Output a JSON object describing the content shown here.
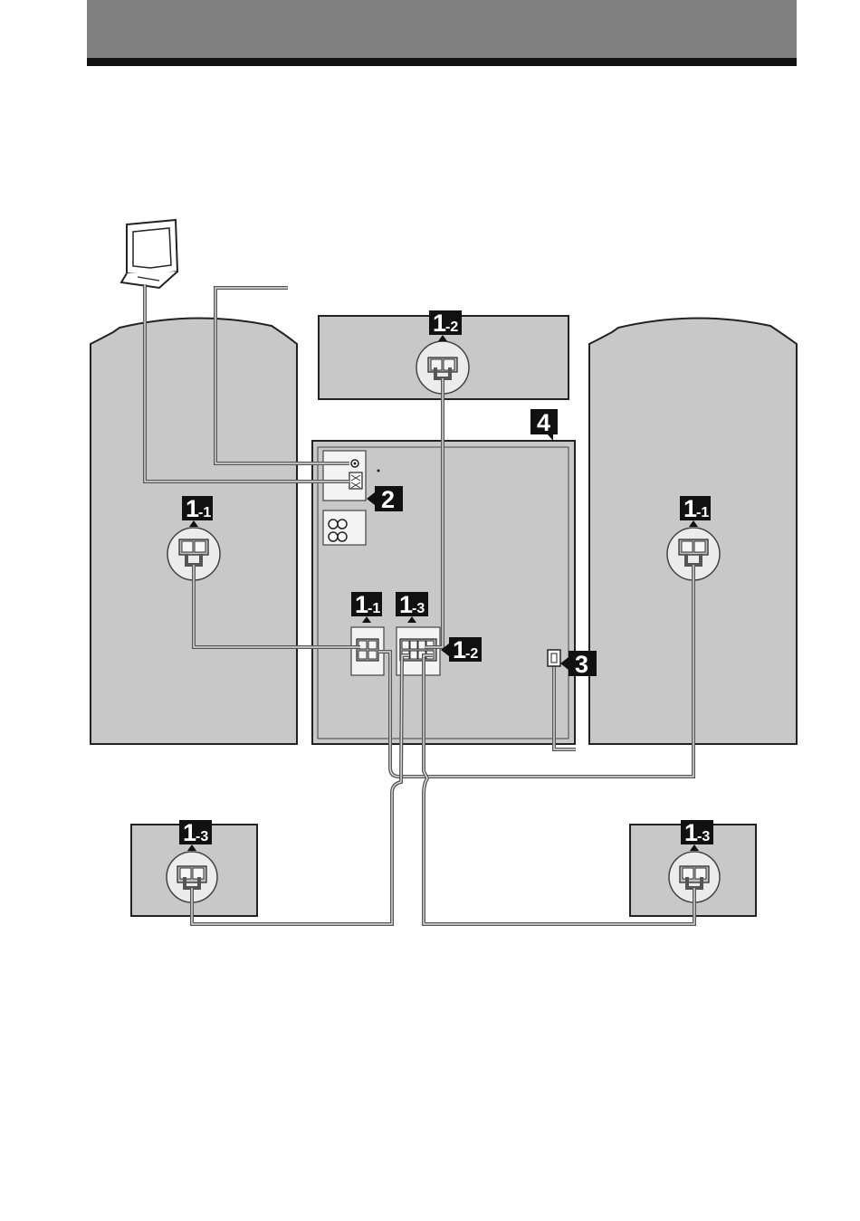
{
  "header": {
    "bar_color": "#808080",
    "rule_color": "#111111"
  },
  "steps": {
    "step_1": "1",
    "sub_1": "-1",
    "sub_2": "-2",
    "sub_3": "-3",
    "step_2": "2",
    "step_3": "3",
    "step_4": "4"
  },
  "colors": {
    "panel": "#c8c8c8",
    "label_box": "#111111",
    "wire": "#555555"
  },
  "components": {
    "am_antenna": "loop-antenna-icon",
    "fm_antenna": "fm-wire-antenna-icon",
    "front_left_speaker": "speaker-back-panel",
    "front_right_speaker": "speaker-back-panel",
    "center_speaker": "speaker-back-panel",
    "surround_left_speaker": "speaker-back-panel",
    "surround_right_speaker": "speaker-back-panel",
    "main_unit": "main-unit-rear-panel",
    "power_cord": "power-plug-icon"
  }
}
